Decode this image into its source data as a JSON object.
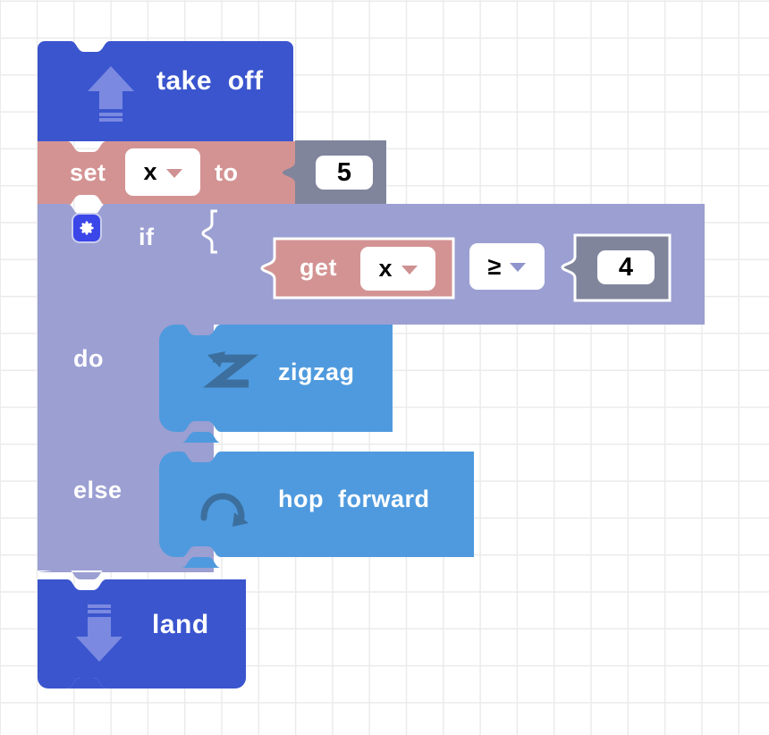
{
  "workspace": {
    "name": "blockly-workspace",
    "background": "#ffffff",
    "grid_color": "#ebebeb",
    "grid_spacing": 41
  },
  "palette": {
    "event_blue": "#3a55ce",
    "event_arrow": "#7b8ae0",
    "variable_rose": "#d49393",
    "control_periwinkle": "#9b9fd2",
    "value_slate": "#80859c",
    "motion_blue": "#4f9ade",
    "motion_icon": "#3c6f9e",
    "gear_blue": "#3b46e8",
    "text_white": "#ffffff",
    "text_black": "#000000",
    "highlight_outline": "#ffffff"
  },
  "program": {
    "blocks": [
      {
        "id": "take-off",
        "type": "event",
        "label": "take  off",
        "icon": "arrow-up-icon",
        "color": "#3a55ce"
      },
      {
        "id": "set-variable",
        "type": "variable-set",
        "label_prefix": "set",
        "variable": "x",
        "label_suffix": "to",
        "color": "#d49393",
        "value": {
          "id": "number-5",
          "type": "number",
          "value": "5",
          "color": "#80859c",
          "selected": false
        }
      },
      {
        "id": "if-else",
        "type": "control-if-else",
        "mutator_icon": "gear-icon",
        "label_if": "if",
        "label_do": "do",
        "label_else": "else",
        "color": "#9b9fd2",
        "condition": {
          "id": "compare",
          "type": "logic-compare",
          "operator": "≥",
          "color": "#9b9fd2",
          "left": {
            "id": "get-variable",
            "type": "variable-get",
            "label": "get",
            "variable": "x",
            "color": "#d49393",
            "selected": true
          },
          "right": {
            "id": "number-4",
            "type": "number",
            "value": "4",
            "color": "#80859c",
            "selected": true
          }
        },
        "do_branch": [
          {
            "id": "zigzag",
            "type": "motion",
            "label": "zigzag",
            "icon": "zigzag-arrow-icon",
            "color": "#4f9ade"
          }
        ],
        "else_branch": [
          {
            "id": "hop-forward",
            "type": "motion",
            "label": "hop  forward",
            "icon": "hop-arc-arrow-icon",
            "color": "#4f9ade"
          }
        ]
      },
      {
        "id": "land",
        "type": "event",
        "label": "land",
        "icon": "arrow-down-icon",
        "color": "#3a55ce"
      }
    ]
  }
}
